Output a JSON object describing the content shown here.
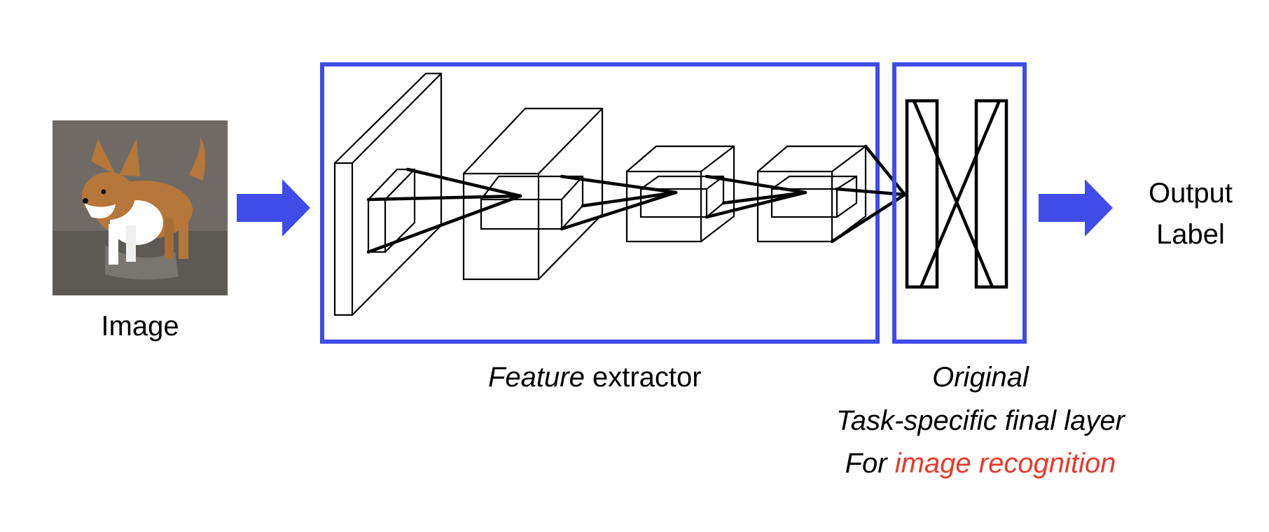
{
  "input": {
    "label": "Image",
    "picture": "corgi-dog-photo"
  },
  "feature_extractor": {
    "label_italic": "Feature",
    "label_rest": " extractor"
  },
  "final_layer": {
    "line1": "Original",
    "line2": "Task-specific final layer",
    "line3_prefix": "For ",
    "line3_highlight": "image recognition"
  },
  "output": {
    "line1": "Output",
    "line2": "Label"
  },
  "colors": {
    "accent": "#3f4ce8",
    "highlight": "#e8392b",
    "stroke": "#000000"
  }
}
